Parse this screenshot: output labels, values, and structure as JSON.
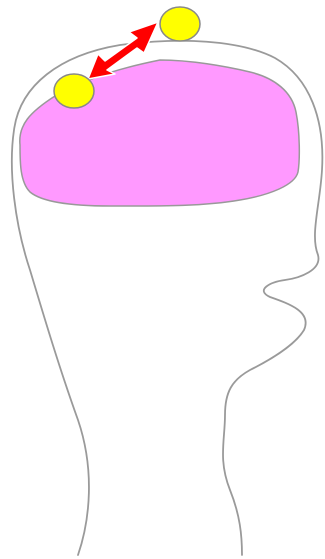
{
  "colors": {
    "background": "#ffffff",
    "head_outline": "#9a9a9a",
    "brain_fill": "#ff99ff",
    "brain_outline": "#999999",
    "arrow": "#ff0000",
    "arrow_outline": "#ffffff",
    "electrode_fill": "#ffff00",
    "electrode_outline": "#888888"
  },
  "shapes": {
    "head_outline": "head-profile-outline",
    "brain_region": "brain-region",
    "electrodes": [
      "electrode-front",
      "electrode-back"
    ],
    "arrow": "double-headed-arrow"
  }
}
